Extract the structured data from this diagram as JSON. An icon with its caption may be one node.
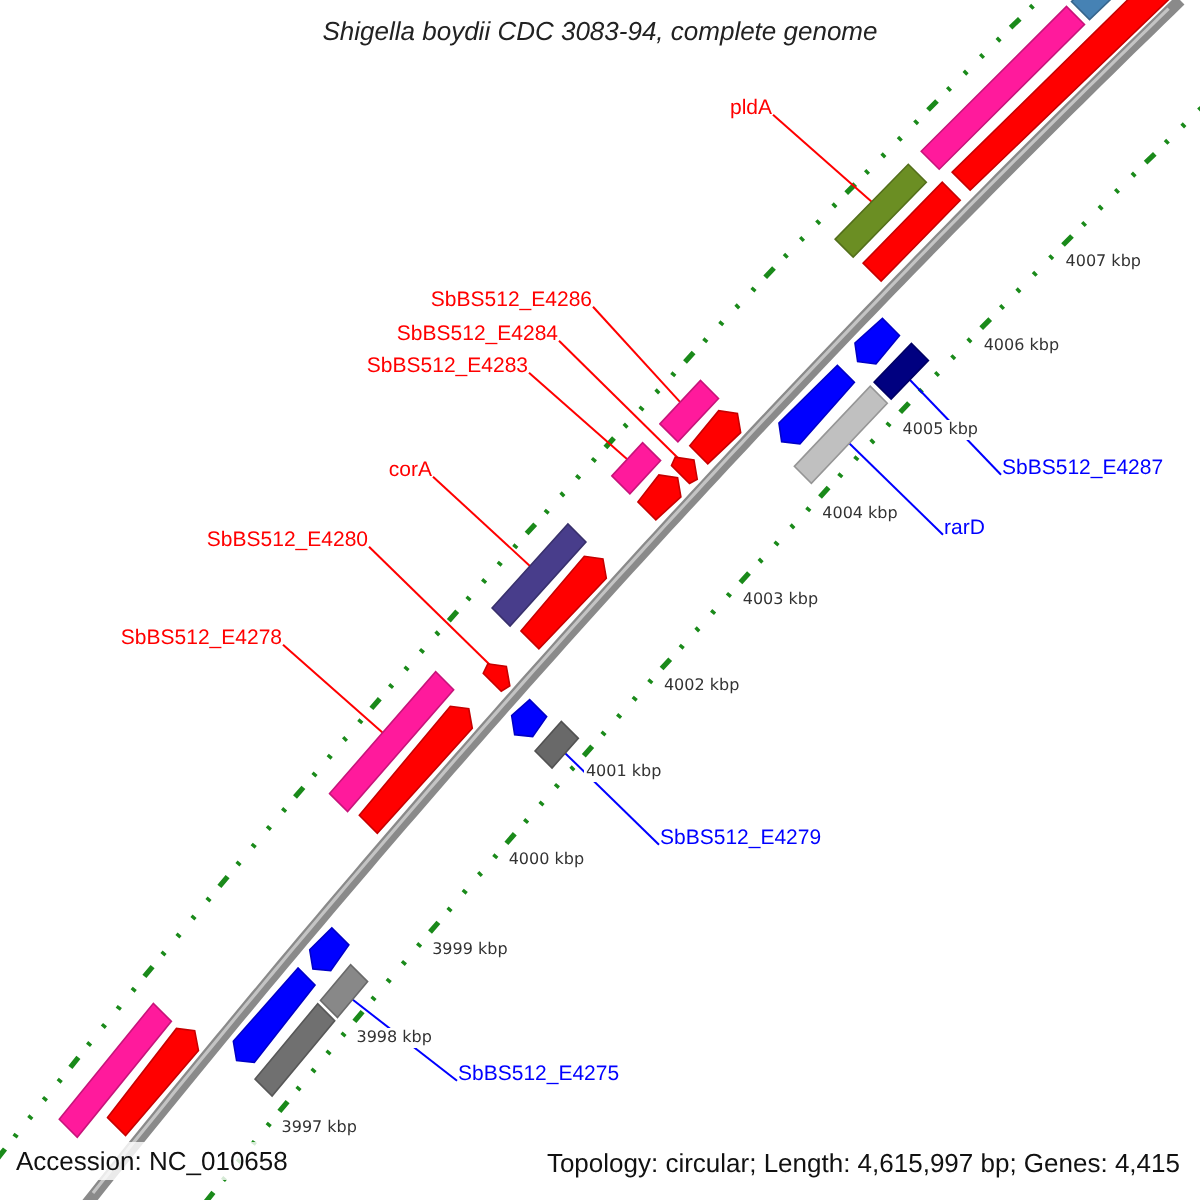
{
  "diagram": {
    "title": "Shigella boydii CDC 3083-94, complete genome",
    "nodes": [
      {
        "text": [
          "pldA"
        ]
      },
      {
        "text": [],
        "shape": "bar"
      },
      {
        "text": [
          "SbBS512_E4286"
        ]
      },
      {
        "text": [],
        "shape": "bar"
      },
      {
        "text": [
          "SbBS512_E4284"
        ]
      },
      {
        "text": [],
        "shape": "arrow"
      },
      {
        "text": [
          "SbBS512_E4283"
        ]
      },
      {
        "text": [],
        "shape": "bar"
      },
      {
        "text": [
          "corA"
        ]
      },
      {
        "text": [],
        "shape": "bar"
      },
      {
        "text": [
          "SbBS512_E4280"
        ]
      },
      {
        "text": [],
        "shape": "arrow"
      },
      {
        "text": [
          "SbBS512_E4287"
        ]
      },
      {
        "text": [],
        "shape": "bar"
      },
      {
        "text": [
          "rarD"
        ]
      },
      {
        "text": [],
        "shape": "bar"
      },
      {
        "text": [
          "SbBS512_E4278"
        ]
      },
      {
        "text": [],
        "shape": "bar"
      },
      {
        "text": [
          "SbBS512_E4279"
        ]
      },
      {
        "text": [],
        "shape": "bar"
      },
      {
        "text": [
          "SbBS512_E4275"
        ]
      },
      {
        "text": [],
        "shape": "bar"
      },
      {
        "text": [],
        "shape": "bar"
      },
      {
        "text": [],
        "shape": "arrow"
      },
      {
        "text": [],
        "shape": "arrow"
      },
      {
        "text": [],
        "shape": "arrow"
      },
      {
        "text": [],
        "shape": "arrow"
      },
      {
        "text": [],
        "shape": "arrow"
      },
      {
        "text": [],
        "shape": "bar"
      },
      {
        "text": [],
        "shape": "arrow"
      },
      {
        "text": [],
        "shape": "bar"
      },
      {
        "text": [],
        "shape": "bar"
      },
      {
        "text": [],
        "shape": "arrow"
      },
      {
        "text": [],
        "shape": "arrow"
      },
      {
        "text": [],
        "shape": "bar"
      },
      {
        "text": [],
        "shape": "arrow"
      },
      {
        "text": [],
        "shape": "arrow"
      },
      {
        "text": [],
        "shape": "arrow"
      }
    ],
    "edges": [
      {
        "from": 0,
        "to": 1,
        "arrow": "none"
      },
      {
        "from": 2,
        "to": 3,
        "arrow": "none"
      },
      {
        "from": 4,
        "to": 5,
        "arrow": "none"
      },
      {
        "from": 6,
        "to": 7,
        "arrow": "none"
      },
      {
        "from": 8,
        "to": 9,
        "arrow": "none"
      },
      {
        "from": 10,
        "to": 11,
        "arrow": "none"
      },
      {
        "from": 12,
        "to": 13,
        "arrow": "none",
        "color": "#0000ff"
      },
      {
        "from": 14,
        "to": 15,
        "arrow": "none",
        "color": "#0000ff"
      },
      {
        "from": 16,
        "to": 17,
        "arrow": "none"
      },
      {
        "from": 18,
        "to": 19,
        "arrow": "none",
        "color": "#0000ff"
      },
      {
        "from": 20,
        "to": 21,
        "arrow": "none",
        "color": "#0000ff"
      }
    ],
    "labels": [
      "4007 kbp",
      "4006 kbp",
      "4005 kbp",
      "4004 kbp",
      "4003 kbp",
      "4002 kbp",
      "4001 kbp",
      "4000 kbp",
      "3999 kbp",
      "3998 kbp",
      "3997 kbp",
      "Accession: NC_010658",
      "Topology: circular; Length: 4,615,997 bp; Genes: 4,415"
    ]
  }
}
